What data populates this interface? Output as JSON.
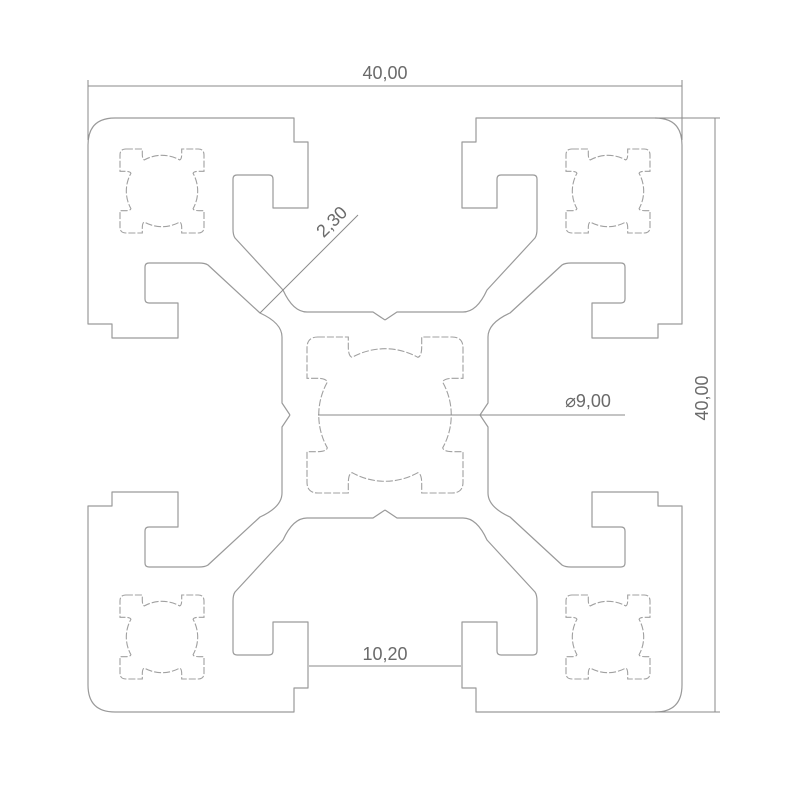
{
  "drawing": {
    "title": "40x40 aluminium extrusion profile cross-section",
    "line_color": "#9a9a9a",
    "text_color": "#6a6a6a"
  },
  "dimensions": {
    "width": "40,00",
    "height": "40,00",
    "web_thickness": "2,30",
    "core_bore": "⌀9,00",
    "slot_opening": "10,20"
  }
}
